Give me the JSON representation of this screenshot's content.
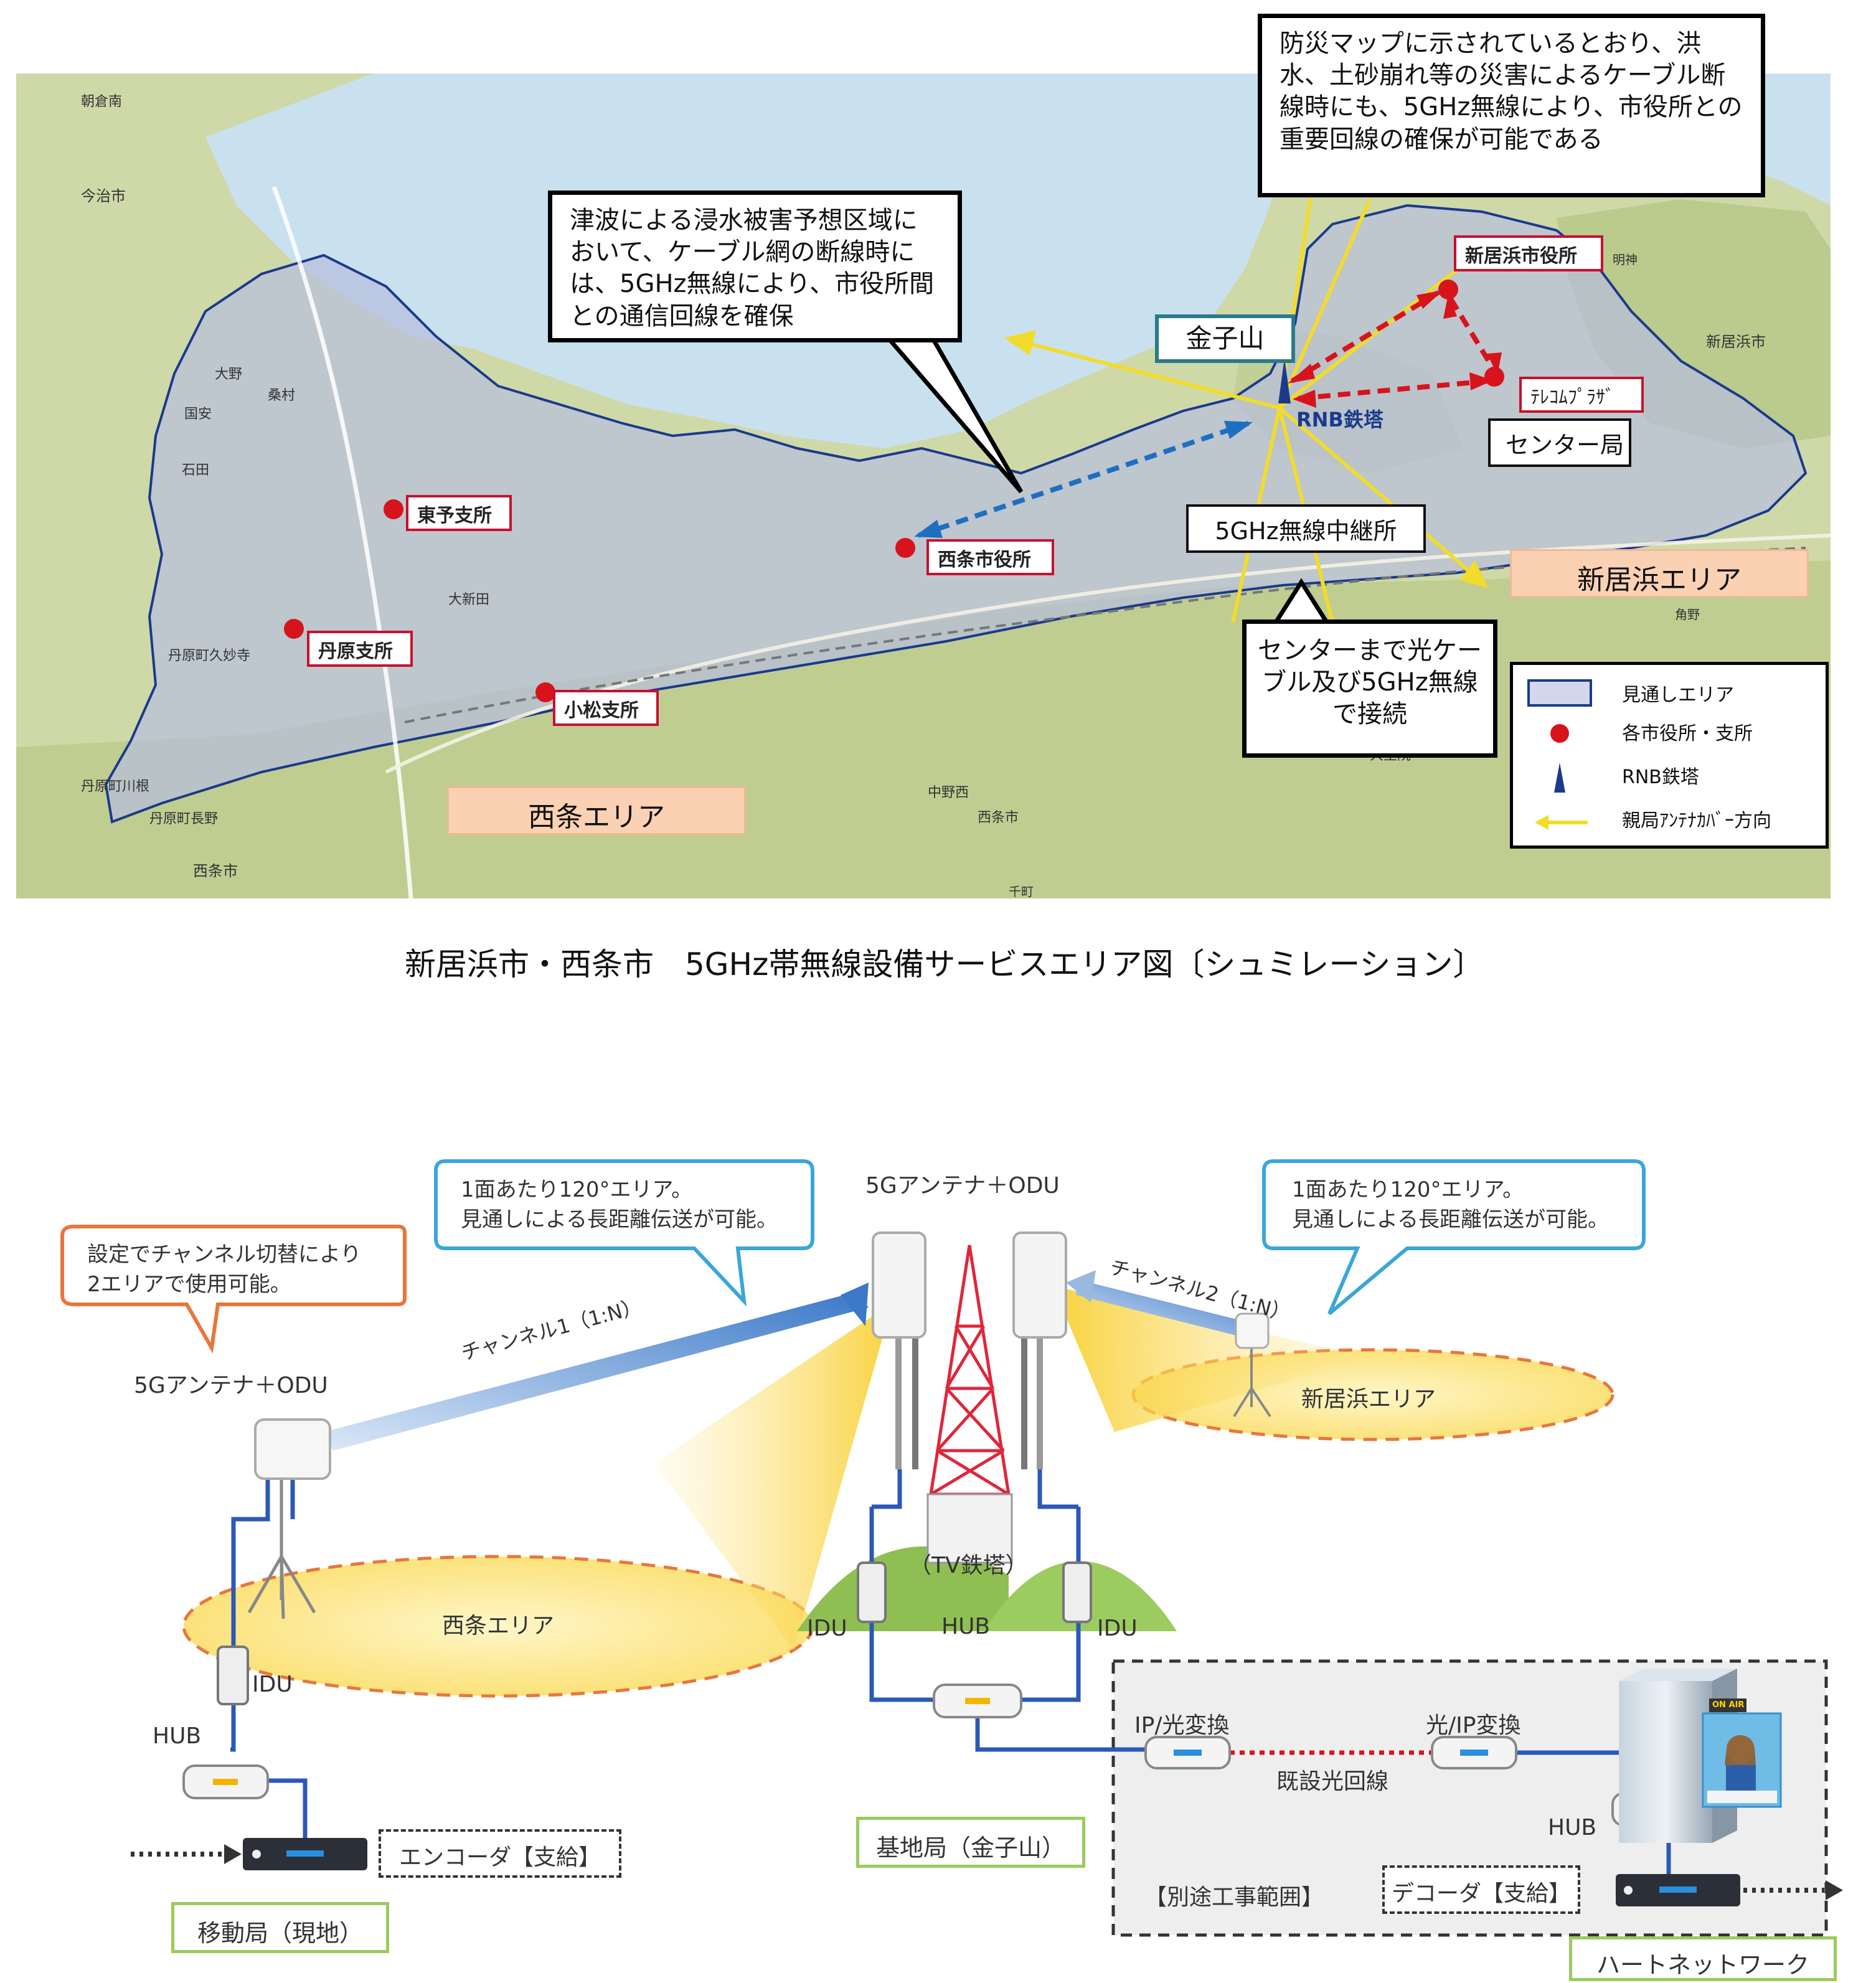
{
  "colors": {
    "map_sea": "#c9e1ef",
    "map_land": "#cfd9a8",
    "coverage": "#b7bedc",
    "red": "#d7141b",
    "blue_dashed": "#1e6fc1",
    "yellow": "#f2dc2b",
    "legend_border": "#000000",
    "green_label": "#9acb5c",
    "area_label": "#fbd1b3",
    "cable": "#2c59b8",
    "orange_bubble": "#e8763c",
    "blue_bubble": "#3aa6dc"
  },
  "map": {
    "callouts": {
      "top_right": "防災マップに示されているとおり、洪水、土砂崩れ等の災害によるケーブル断線時にも、5GHz無線により、市役所との重要回線の確保が可能である",
      "middle": "津波による浸水被害予想区域において、ケーブル網の断線時には、5GHz無線により、市役所間との通信回線を確保",
      "bottom": "センターまで光ケーブル及び5GHz無線で接続"
    },
    "labels": {
      "kaneko_yama": "金子山",
      "rnb_tower": "RNB鉄塔",
      "center_station": "センター局",
      "relay": "5GHz無線中継所",
      "niihama_area": "新居浜エリア",
      "saijo_area": "西条エリア"
    },
    "offices": {
      "niihama_city_hall": "新居浜市役所",
      "telecom_plaza": "ﾃﾚｺﾑﾌﾟﾗｻﾞ",
      "saijo_city_hall": "西条市役所",
      "toyo": "東予支所",
      "tanbara": "丹原支所",
      "komatsu": "小松支所"
    },
    "legend": {
      "items": [
        "見通しエリア",
        "各市役所・支所",
        "RNB鉄塔",
        "親局ｱﾝﾃﾅｶﾊﾞｰ方向"
      ]
    },
    "place_names": [
      "朝倉南",
      "今治市",
      "大野",
      "桑村",
      "国安",
      "石田",
      "大新田",
      "丹原町久妙寺",
      "丹原町川根",
      "丹原町長野",
      "西条市",
      "千町",
      "新居浜市",
      "明神",
      "角野",
      "大生院",
      "中野西",
      "西条市"
    ]
  },
  "caption": "新居浜市・西条市　5GHz帯無線設備サービスエリア図〔シュミレーション〕",
  "diagram": {
    "bubbles": {
      "orange": "設定でチャンネル切替により\n2エリアで使用可能。",
      "blue_left": "1面あたり120°エリア。\n見通しによる長距離伝送が可能。",
      "blue_right": "1面あたり120°エリア。\n見通しによる長距離伝送が可能。"
    },
    "labels": {
      "antenna_center": "5Gアンテナ＋ODU",
      "antenna_left": "5Gアンテナ＋ODU",
      "channel1": "チャンネル1（1:N）",
      "channel2": "チャンネル2（1:N）",
      "niihama_area": "新居浜エリア",
      "saijo_area": "西条エリア",
      "tv_tower": "（TV鉄塔）",
      "idu_left": "IDU",
      "idu_center_left": "IDU",
      "idu_center_right": "IDU",
      "hub_left": "HUB",
      "hub_center": "HUB",
      "hub_right": "HUB",
      "ip_optical": "IP/光変換",
      "optical_ip": "光/IP変換",
      "existing_line": "既設光回線",
      "separate_work": "【別途工事範囲】",
      "encoder": "エンコーダ【支給】",
      "decoder": "デコーダ【支給】",
      "base_station": "基地局（金子山）",
      "mobile_station": "移動局（現地）",
      "heart_network": "ハートネットワーク",
      "on_air": "ON AIR"
    }
  }
}
